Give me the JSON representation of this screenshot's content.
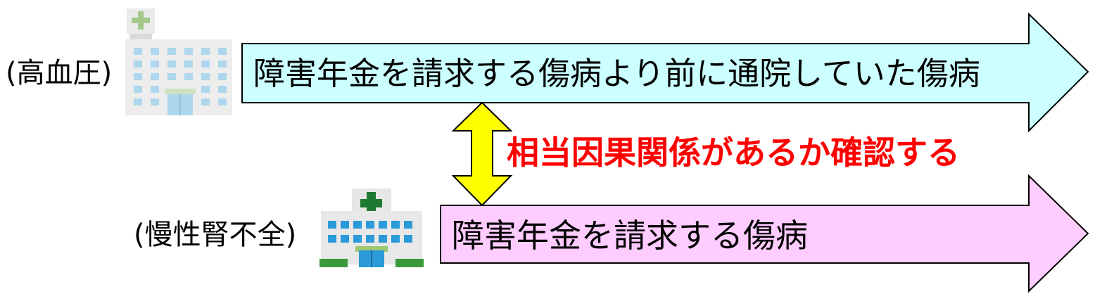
{
  "top": {
    "hospital_label": "(高血圧)",
    "arrow_text": "障害年金を請求する傷病より前に通院していた傷病",
    "arrow_color": "#ccffff",
    "hospital_icon": "hospital-icon-faded"
  },
  "bottom": {
    "hospital_label": "(慢性腎不全)",
    "arrow_text": "障害年金を請求する傷病",
    "arrow_color": "#ffccff",
    "hospital_icon": "hospital-icon"
  },
  "relation": {
    "text": "相当因果関係があるか確認する",
    "text_color": "#ff0000",
    "arrow_color": "#ffff00",
    "icon": "double-headed-arrow-icon"
  }
}
